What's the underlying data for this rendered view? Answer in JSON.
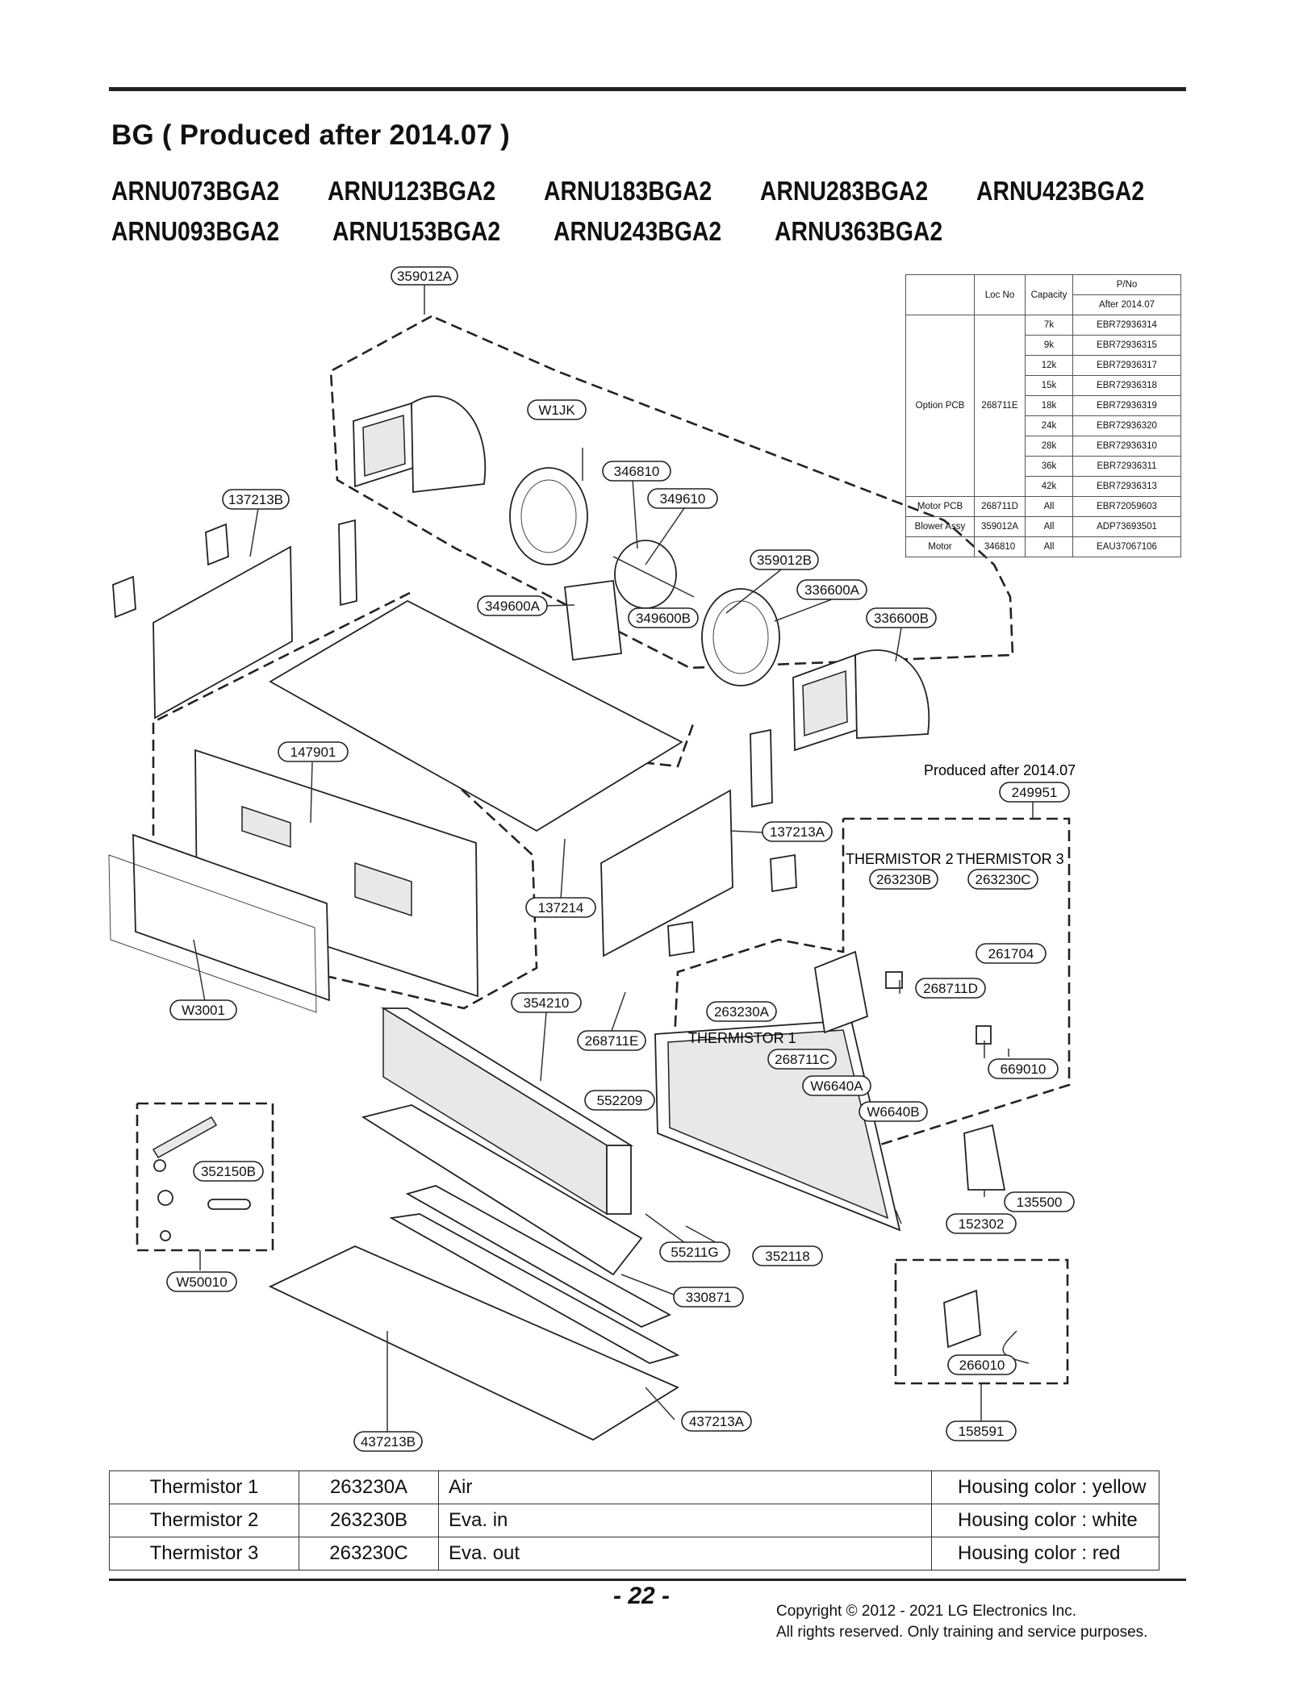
{
  "title": "BG ( Produced after 2014.07 )",
  "models": {
    "row1": [
      "ARNU073BGA2",
      "ARNU123BGA2",
      "ARNU183BGA2",
      "ARNU283BGA2",
      "ARNU423BGA2"
    ],
    "row2": [
      "ARNU093BGA2",
      "ARNU153BGA2",
      "ARNU243BGA2",
      "ARNU363BGA2"
    ]
  },
  "part_number_table": {
    "headers": {
      "loc_no": "Loc No",
      "capacity": "Capacity",
      "pno": "P/No",
      "pno_sub": "After 2014.07"
    },
    "option_pcb": {
      "name": "Option PCB",
      "loc_no": "268711E",
      "rows": [
        {
          "capacity": "7k",
          "pno": "EBR72936314"
        },
        {
          "capacity": "9k",
          "pno": "EBR72936315"
        },
        {
          "capacity": "12k",
          "pno": "EBR72936317"
        },
        {
          "capacity": "15k",
          "pno": "EBR72936318"
        },
        {
          "capacity": "18k",
          "pno": "EBR72936319"
        },
        {
          "capacity": "24k",
          "pno": "EBR72936320"
        },
        {
          "capacity": "28k",
          "pno": "EBR72936310"
        },
        {
          "capacity": "36k",
          "pno": "EBR72936311"
        },
        {
          "capacity": "42k",
          "pno": "EBR72936313"
        }
      ]
    },
    "others": [
      {
        "name": "Motor PCB",
        "loc_no": "268711D",
        "capacity": "All",
        "pno": "EBR72059603"
      },
      {
        "name": "Blower Assy",
        "loc_no": "359012A",
        "capacity": "All",
        "pno": "ADP73693501"
      },
      {
        "name": "Motor",
        "loc_no": "346810",
        "capacity": "All",
        "pno": "EAU37067106"
      }
    ]
  },
  "callouts": {
    "c359012A": "359012A",
    "cW1JK": "W1JK",
    "c346810": "346810",
    "c349610": "349610",
    "c137213B": "137213B",
    "c359012B": "359012B",
    "c336600A": "336600A",
    "c349600A": "349600A",
    "c349600B": "349600B",
    "c336600B": "336600B",
    "c147901": "147901",
    "c249951": "249951",
    "c137213A": "137213A",
    "c263230B": "263230B",
    "c263230C": "263230C",
    "c137214": "137214",
    "c261704": "261704",
    "c268711D": "268711D",
    "c354210": "354210",
    "c263230A": "263230A",
    "cW3001": "W3001",
    "c268711E": "268711E",
    "c268711C": "268711C",
    "c669010": "669010",
    "cW6640A": "W6640A",
    "c552209": "552209",
    "cW6640B": "W6640B",
    "c352150B": "352150B",
    "c135500": "135500",
    "c152302": "152302",
    "c55211G": "55211G",
    "c352118": "352118",
    "cW50010": "W50010",
    "c330871": "330871",
    "c266010": "266010",
    "c437213A": "437213A",
    "c437213B": "437213B",
    "c158591": "158591"
  },
  "annotations": {
    "produced_after": "Produced after 2014.07",
    "thermistor_2": "THERMISTOR 2",
    "thermistor_3": "THERMISTOR 3",
    "thermistor_1": "THERMISTOR 1"
  },
  "thermistor_table": [
    {
      "name": "Thermistor 1",
      "part": "263230A",
      "location": "Air",
      "housing": "Housing color : yellow"
    },
    {
      "name": "Thermistor 2",
      "part": "263230B",
      "location": "Eva. in",
      "housing": "Housing color : white"
    },
    {
      "name": "Thermistor 3",
      "part": "263230C",
      "location": "Eva. out",
      "housing": "Housing color : red"
    }
  ],
  "footer": {
    "page_number": "- 22 -",
    "copyright_line1": "Copyright © 2012 - 2021 LG Electronics Inc.",
    "copyright_line2": "All rights reserved. Only training and service purposes."
  }
}
